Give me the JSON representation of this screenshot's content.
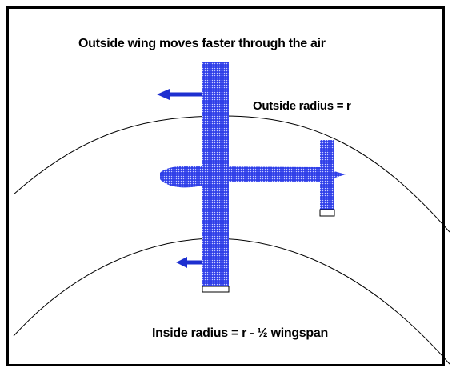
{
  "labels": {
    "title": "Outside wing moves faster through the air",
    "outside_radius": "Outside radius = r",
    "inside_radius": "Inside radius = r - ½ wingspan"
  },
  "colors": {
    "wing_fill": "#2f3fe8",
    "dot_pattern": "#c9ceff",
    "arrow": "#1d2fd0",
    "line": "#000000",
    "background": "#ffffff"
  },
  "icons": {
    "outer_arrow": "arrow-left-icon",
    "inner_arrow": "arrow-left-icon"
  }
}
